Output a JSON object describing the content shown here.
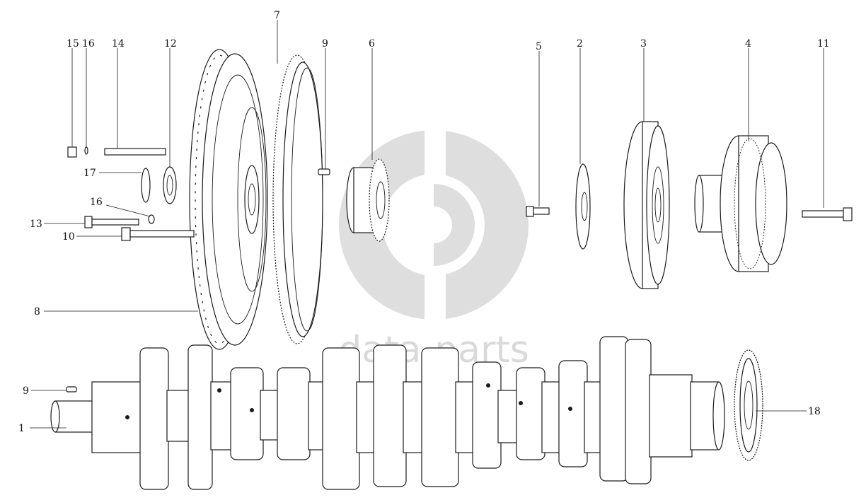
{
  "watermark": {
    "text": "data-parts",
    "color": "#d9d9d9"
  },
  "callouts": [
    {
      "id": "c15a",
      "label": "15"
    },
    {
      "id": "c16a",
      "label": "16"
    },
    {
      "id": "c14",
      "label": "14"
    },
    {
      "id": "c12",
      "label": "12"
    },
    {
      "id": "c7",
      "label": "7"
    },
    {
      "id": "c9a",
      "label": "9"
    },
    {
      "id": "c6",
      "label": "6"
    },
    {
      "id": "c5",
      "label": "5"
    },
    {
      "id": "c2",
      "label": "2"
    },
    {
      "id": "c3",
      "label": "3"
    },
    {
      "id": "c4",
      "label": "4"
    },
    {
      "id": "c11",
      "label": "11"
    },
    {
      "id": "c17",
      "label": "17"
    },
    {
      "id": "c16b",
      "label": "16"
    },
    {
      "id": "c13",
      "label": "13"
    },
    {
      "id": "c10",
      "label": "10"
    },
    {
      "id": "c8",
      "label": "8"
    },
    {
      "id": "c9b",
      "label": "9"
    },
    {
      "id": "c1",
      "label": "1"
    },
    {
      "id": "c18",
      "label": "18"
    }
  ],
  "parts": [
    {
      "name": "crankshaft",
      "callout": "1"
    },
    {
      "name": "bolt-13",
      "callout": "13"
    },
    {
      "name": "bolt-10",
      "callout": "10"
    },
    {
      "name": "flywheel",
      "callout": "8"
    },
    {
      "name": "ring-gear",
      "callout": "7"
    },
    {
      "name": "dowel-pin",
      "callout": "9"
    },
    {
      "name": "gear",
      "callout": "6"
    },
    {
      "name": "bolt-5",
      "callout": "5"
    },
    {
      "name": "washer-plate",
      "callout": "2"
    },
    {
      "name": "vibration-damper",
      "callout": "3"
    },
    {
      "name": "pulley",
      "callout": "4"
    },
    {
      "name": "bolt-11",
      "callout": "11"
    },
    {
      "name": "crankshaft-gear",
      "callout": "18"
    }
  ]
}
